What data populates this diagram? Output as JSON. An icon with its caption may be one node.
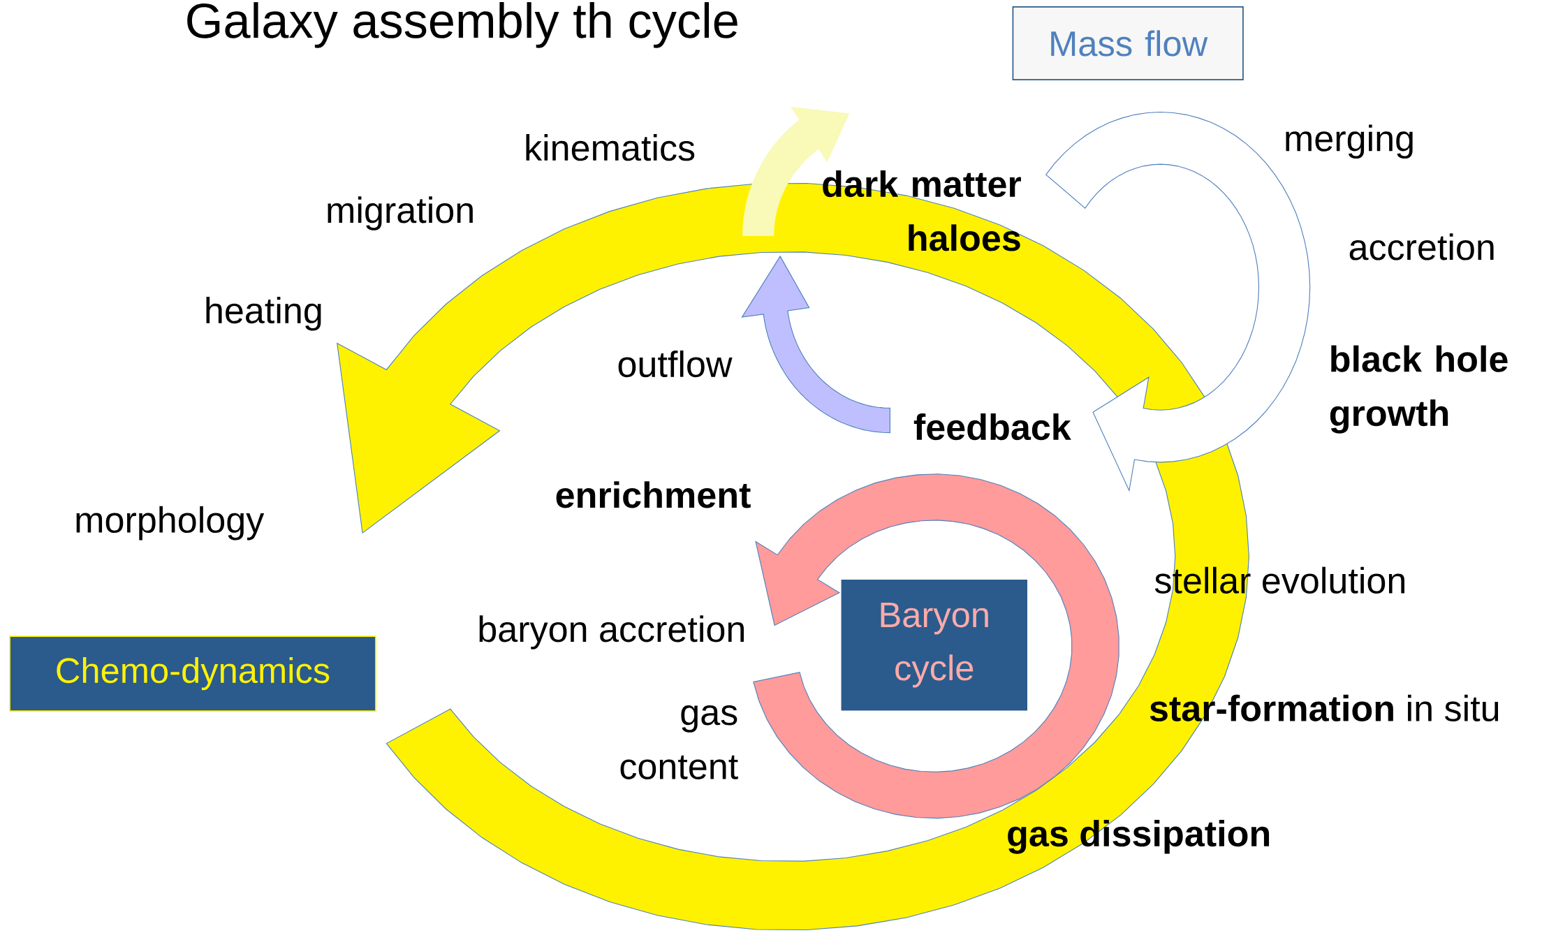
{
  "diagram": {
    "title": "Galaxy assembly th cycle",
    "nodes": [
      {
        "text": [
          "Mass flow"
        ]
      },
      {
        "text": [
          "Chemo-dynamics"
        ]
      },
      {
        "text": [
          "Baryon cycle"
        ]
      }
    ],
    "labels": [
      "kinematics",
      "merging",
      "dark matter haloes",
      "migration",
      "accretion",
      "heating",
      "outflow",
      "black hole growth",
      "feedback",
      "enrichment",
      "morphology",
      "stellar evolution",
      "baryon accretion",
      "**star-formation** in situ",
      "gas content",
      "gas dissipation"
    ]
  }
}
